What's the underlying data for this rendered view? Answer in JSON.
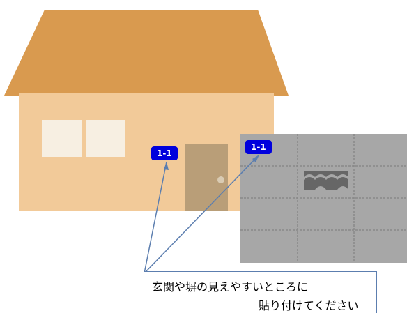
{
  "labels": {
    "wall_badge": "1-1",
    "panel_badge": "1-1"
  },
  "callout": {
    "line1": "玄関や塀の見えやすいところに",
    "line2": "貼り付けてください"
  },
  "colors": {
    "roof": "#d99a4f",
    "wall": "#f2ca99",
    "window": "#f7efe2",
    "door": "#b99e78",
    "panel": "#a7a7a7",
    "panel_grid": "#888888",
    "badge_bg": "#0000dd",
    "badge_text": "#ffffff",
    "callout_border": "#5c7eaf",
    "leader_line": "#5c7eaf"
  }
}
